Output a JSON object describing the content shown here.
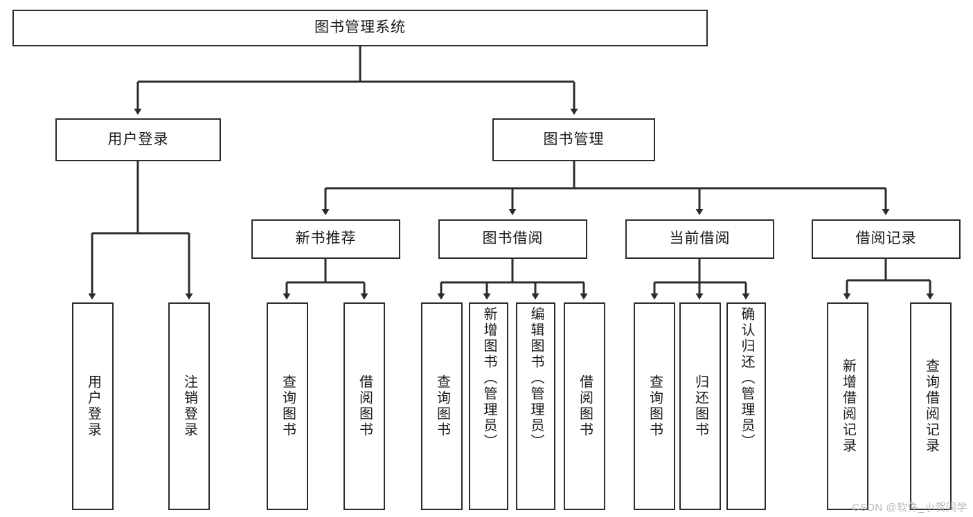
{
  "diagram": {
    "title": "图书管理系统",
    "type": "function-hierarchy-tree",
    "root": {
      "id": "root",
      "label": "图书管理系统"
    },
    "level1": [
      {
        "id": "user-login",
        "label": "用户登录"
      },
      {
        "id": "book-manage",
        "label": "图书管理"
      }
    ],
    "level2": [
      {
        "id": "new-book-recommend",
        "label": "新书推荐",
        "parent": "book-manage"
      },
      {
        "id": "book-borrow",
        "label": "图书借阅",
        "parent": "book-manage"
      },
      {
        "id": "current-borrow",
        "label": "当前借阅",
        "parent": "book-manage"
      },
      {
        "id": "borrow-record",
        "label": "借阅记录",
        "parent": "book-manage"
      }
    ],
    "leaves": [
      {
        "id": "leaf-user-login",
        "label": "用户登录",
        "parent": "user-login"
      },
      {
        "id": "leaf-user-logout",
        "label": "注销登录",
        "parent": "user-login"
      },
      {
        "id": "leaf-query-book-1",
        "label": "查询图书",
        "parent": "new-book-recommend"
      },
      {
        "id": "leaf-borrow-book-1",
        "label": "借阅图书",
        "parent": "new-book-recommend"
      },
      {
        "id": "leaf-query-book-2",
        "label": "查询图书",
        "parent": "book-borrow"
      },
      {
        "id": "leaf-add-book",
        "label": "新增图书（管理员）",
        "parent": "book-borrow"
      },
      {
        "id": "leaf-edit-book",
        "label": "编辑图书（管理员）",
        "parent": "book-borrow"
      },
      {
        "id": "leaf-borrow-book-2",
        "label": "借阅图书",
        "parent": "book-borrow"
      },
      {
        "id": "leaf-query-book-3",
        "label": "查询图书",
        "parent": "current-borrow"
      },
      {
        "id": "leaf-return-book",
        "label": "归还图书",
        "parent": "current-borrow"
      },
      {
        "id": "leaf-confirm-return",
        "label": "确认归还（管理员）",
        "parent": "current-borrow"
      },
      {
        "id": "leaf-add-record",
        "label": "新增借阅记录",
        "parent": "borrow-record"
      },
      {
        "id": "leaf-query-record",
        "label": "查询借阅记录",
        "parent": "borrow-record"
      }
    ],
    "watermark": "CSDN @软件_小贺同学",
    "colors": {
      "stroke": "#2b2b2b",
      "fill": "#ffffff",
      "text": "#1a1a1a",
      "watermark": "#b9b9b9"
    }
  }
}
